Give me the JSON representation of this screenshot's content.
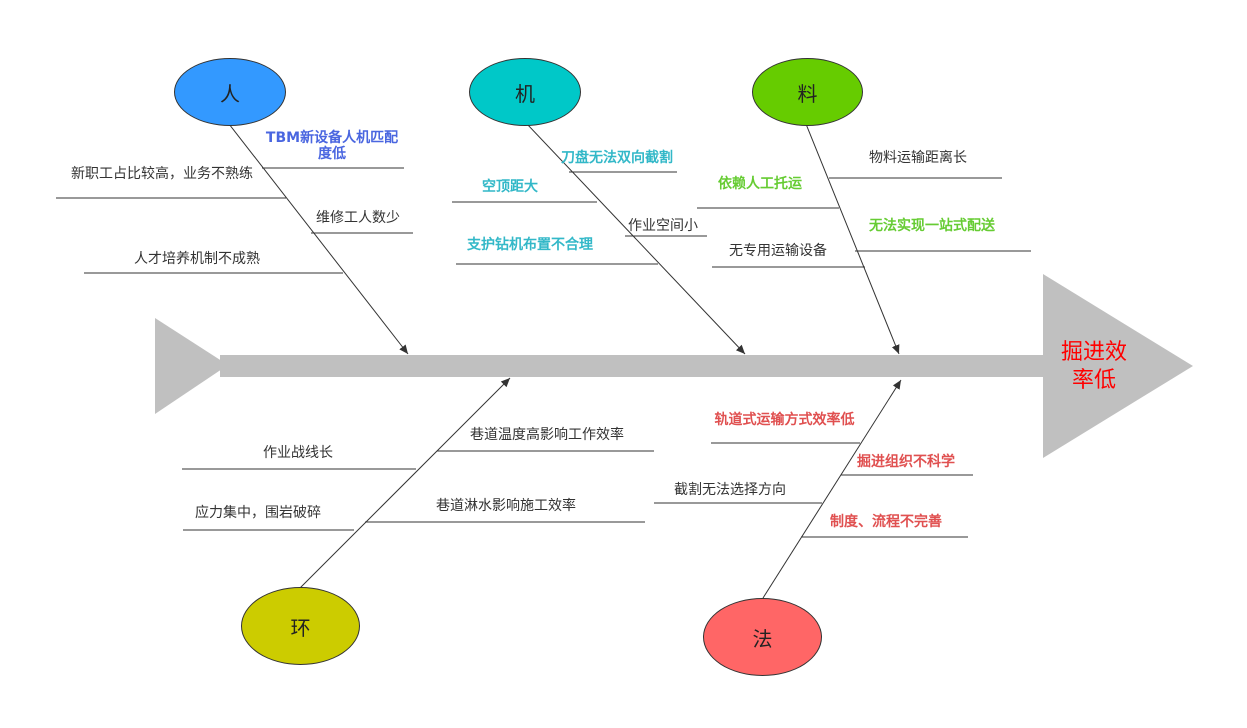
{
  "effect": {
    "text_line1": "掘进效",
    "text_line2": "率低",
    "color": "#ff0000"
  },
  "colors": {
    "spine": "#c0c0c0",
    "line": "#333333",
    "blue": "#4a66e0",
    "teal": "#33b8c8",
    "green": "#66cc33",
    "red": "#e05050"
  },
  "categories": {
    "ren": {
      "label": "人",
      "fill": "#3399ff"
    },
    "ji": {
      "label": "机",
      "fill": "#00c8c8"
    },
    "liao": {
      "label": "料",
      "fill": "#66cc00"
    },
    "huan": {
      "label": "环",
      "fill": "#cccc00"
    },
    "fa": {
      "label": "法",
      "fill": "#ff6666"
    }
  },
  "causes": {
    "ren": {
      "c1": "TBM新设备人机匹配度低",
      "c2": "新职工占比较高，业务不熟练",
      "c3": "维修工人数少",
      "c4": "人才培养机制不成熟"
    },
    "ji": {
      "c1": "刀盘无法双向截割",
      "c2": "空顶距大",
      "c3": "作业空间小",
      "c4": "支护钻机布置不合理"
    },
    "liao": {
      "c1": "物料运输距离长",
      "c2": "依赖人工托运",
      "c3": "无法实现一站式配送",
      "c4": "无专用运输设备"
    },
    "huan": {
      "c1": "作业战线长",
      "c2": "巷道温度高影响工作效率",
      "c3": "应力集中，围岩破碎",
      "c4": "巷道淋水影响施工效率"
    },
    "fa": {
      "c1": "轨道式运输方式效率低",
      "c2": "掘进组织不科学",
      "c3": "截割无法选择方向",
      "c4": "制度、流程不完善"
    }
  }
}
